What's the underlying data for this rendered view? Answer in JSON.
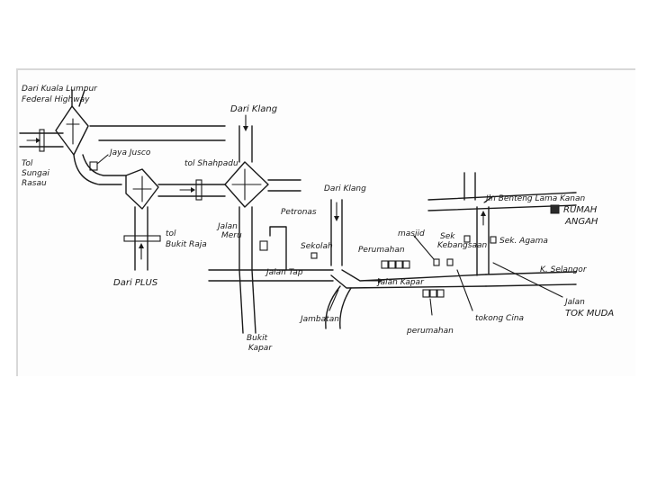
{
  "labels": {
    "federal_highway": "Dari Kuala Lumpur",
    "federal_highway_2": "Federal Highway",
    "tol_sungai_rasau_1": "Tol",
    "tol_sungai_rasau_2": "Sungai",
    "tol_sungai_rasau_3": "Rasau",
    "giant_jusco": "Jaya Jusco",
    "tol_shahpadu": "tol Shahpadu",
    "dari_klang_1": "Dari Klang",
    "dari_klang_2": "Dari Klang",
    "tol_bukit_raja_1": "tol",
    "tol_bukit_raja_2": "Bukit Raja",
    "dari_plus": "Dari PLUS",
    "jalan_meru_1": "Jalan",
    "jalan_meru_2": "Meru",
    "petronas": "Petronas",
    "sekolah": "Sekolah",
    "jalan_tap": "Jalan Tap",
    "jalan_kapar": "Jalan Kapar",
    "jambatan": "Jambatan",
    "bukit_kapar_1": "Bukit",
    "bukit_kapar_2": "Kapar",
    "masjid": "masjid",
    "perumahan_1": "Perumahan",
    "perumahan_2": "perumahan",
    "sek_kebangsaan_1": "Sek",
    "sek_kebangsaan_2": "Kebangsaan",
    "sek_agama": "Sek. Agama",
    "jln_benteng": "Jln Benteng Lama Kanan",
    "rumah_angah_1": "RUMAH",
    "rumah_angah_2": "ANGAH",
    "k_selangor": "K. Selangor",
    "jalan_tok_muda_1": "Jalan",
    "jalan_tok_muda_2": "TOK MUDA",
    "kedai_cina": "tokong Cina"
  }
}
